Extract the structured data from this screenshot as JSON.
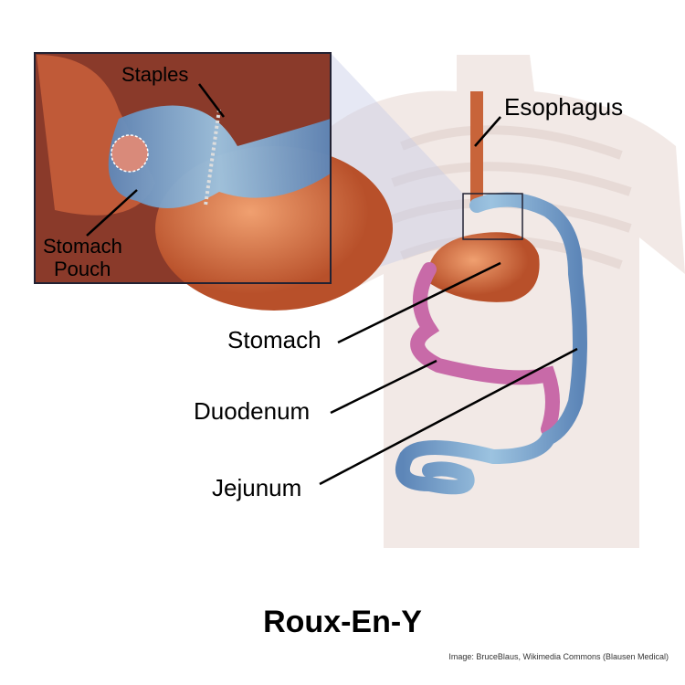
{
  "labels": {
    "staples": "Staples",
    "esophagus": "Esophagus",
    "stomach_pouch_line1": "Stomach",
    "stomach_pouch_line2": "Pouch",
    "stomach": "Stomach",
    "duodenum": "Duodenum",
    "jejunum": "Jejunum"
  },
  "title": "Roux-En-Y",
  "credit": "Image: BruceBlaus, Wikimedia Commons (Blausen Medical)",
  "colors": {
    "stomach": "#d9703c",
    "limb": "#6f9cc8",
    "duodenum": "#c86aa8",
    "body": "#efe6e2"
  }
}
